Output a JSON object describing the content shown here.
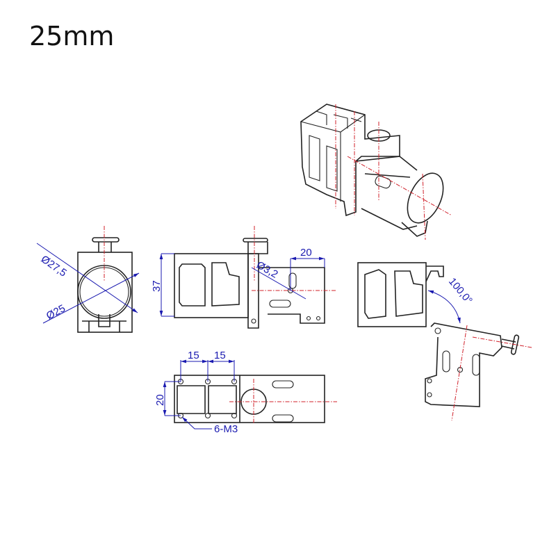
{
  "title": "25mm",
  "colors": {
    "outline": "#222222",
    "centerline": "#d0202a",
    "dimension": "#1a1ab0"
  },
  "front_view": {
    "outer_diameter": "Ø27,5",
    "inner_diameter": "Ø25"
  },
  "side_view": {
    "height": "37",
    "offset": "20",
    "hole_diameter": "Ø3,2"
  },
  "rotated_view": {
    "angle": "100,0°"
  },
  "bottom_view": {
    "spacing_1": "15",
    "spacing_2": "15",
    "width": "20",
    "holes": "6-M3"
  }
}
